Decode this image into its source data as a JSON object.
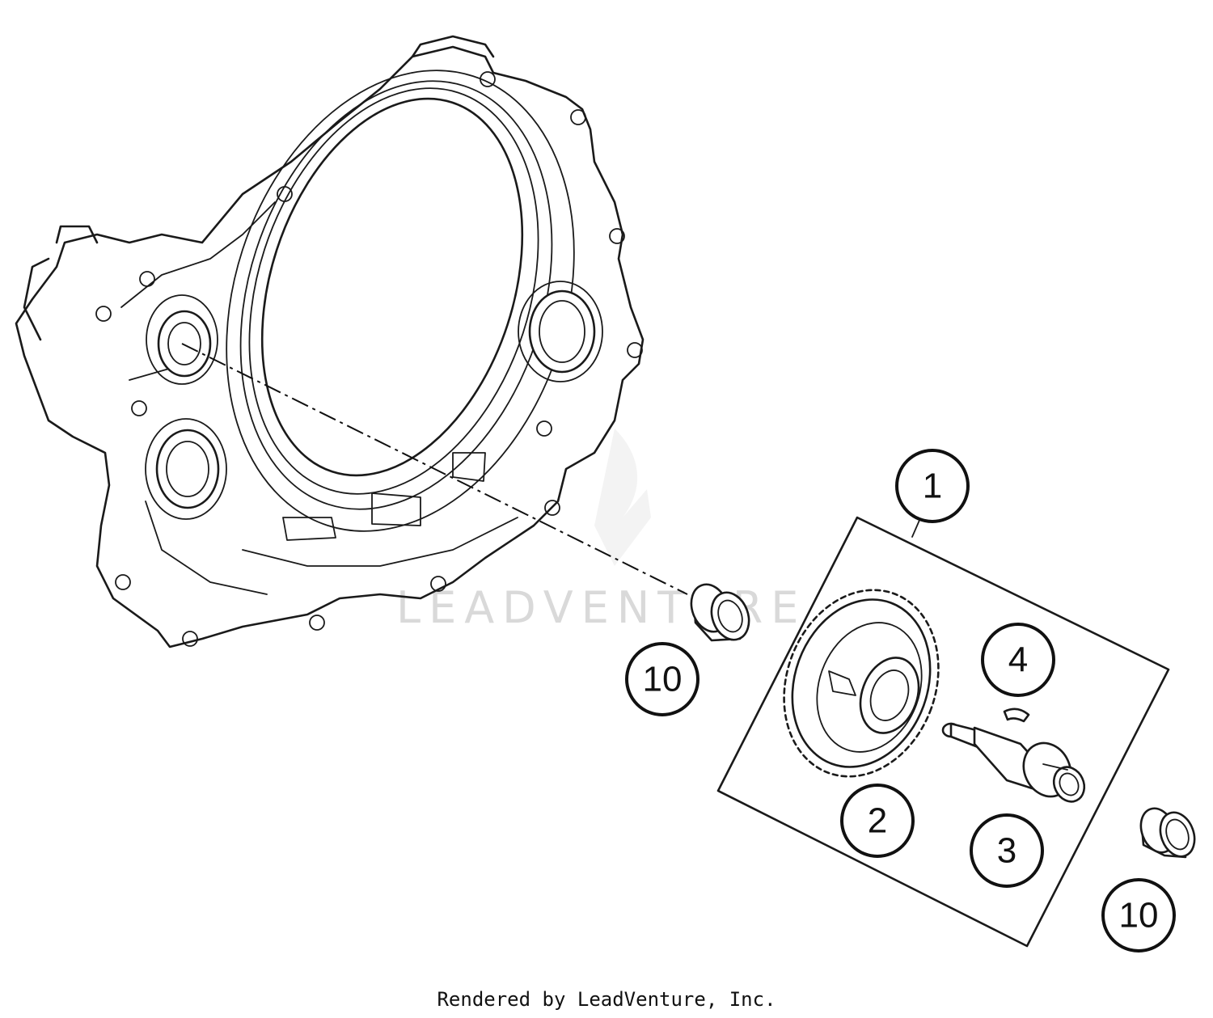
{
  "callouts": [
    {
      "id": "1",
      "label": "1"
    },
    {
      "id": "2",
      "label": "2"
    },
    {
      "id": "3",
      "label": "3"
    },
    {
      "id": "4",
      "label": "4"
    },
    {
      "id": "10a",
      "label": "10"
    },
    {
      "id": "10b",
      "label": "10"
    }
  ],
  "watermark": "LEADVENTURE",
  "credit": "Rendered by LeadVenture, Inc."
}
